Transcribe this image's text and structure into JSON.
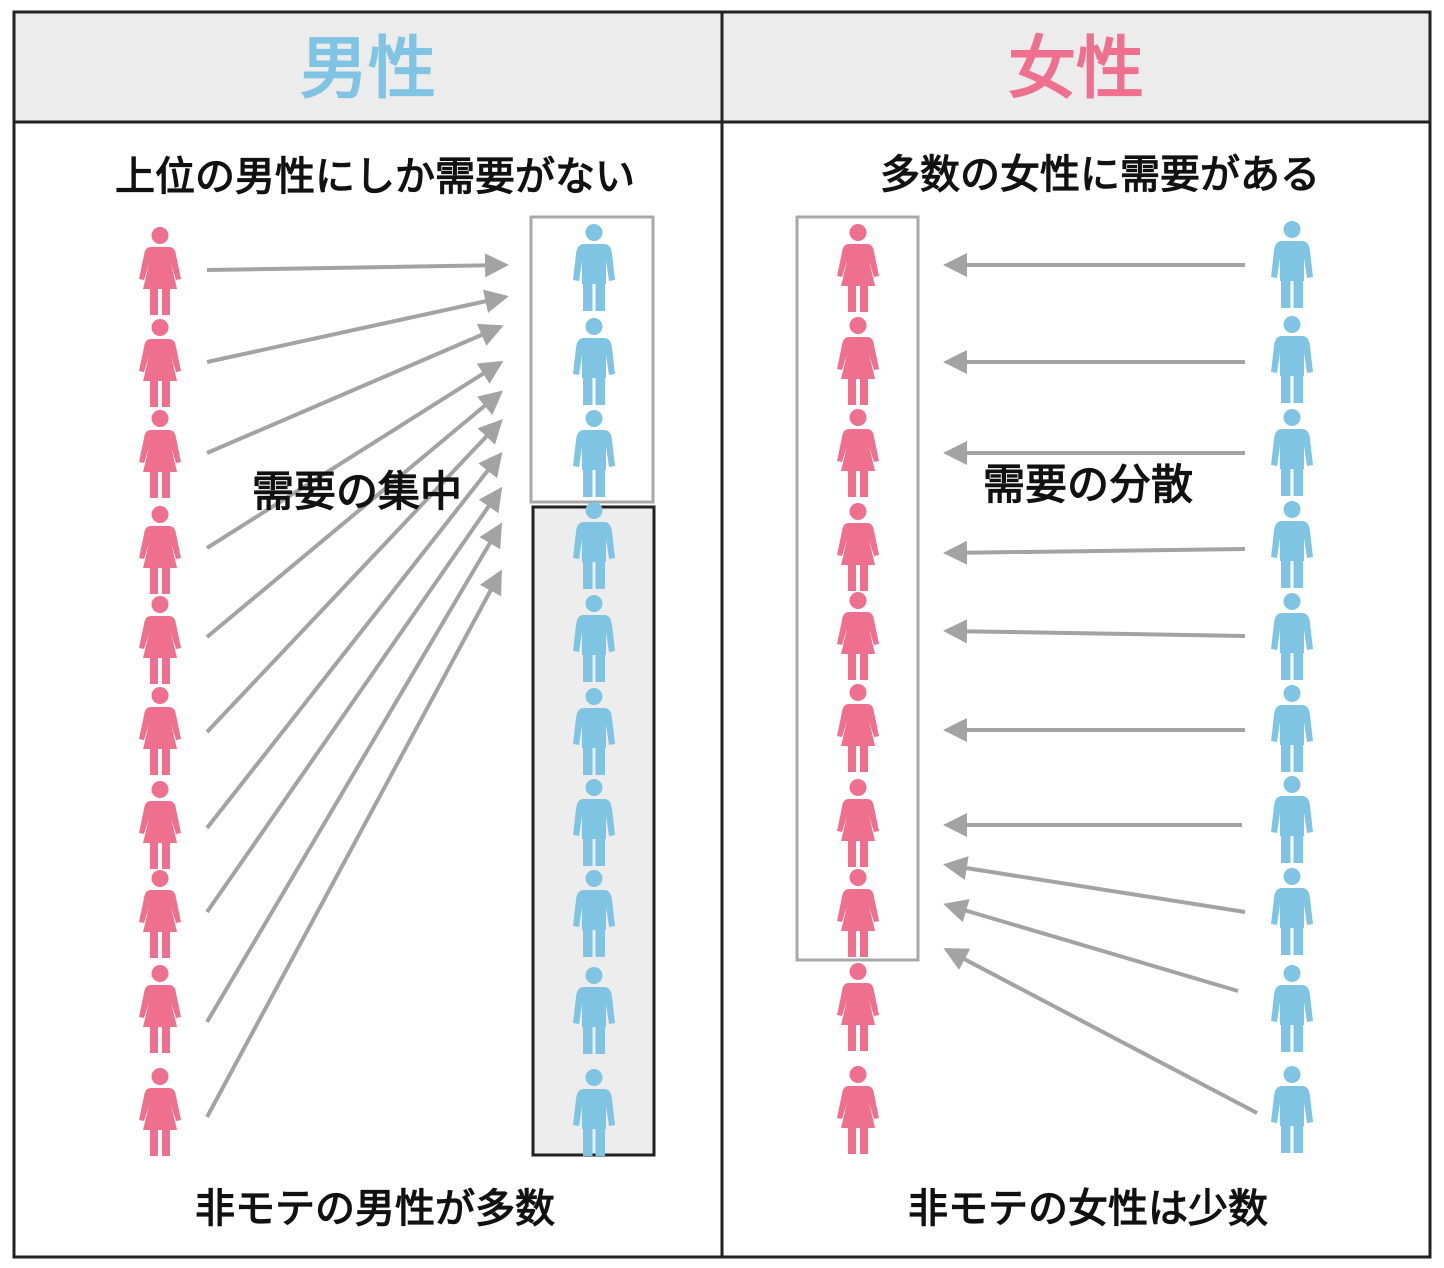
{
  "colors": {
    "male": "#7fc4e2",
    "female": "#ef6f8f",
    "arrow": "#a3a3a3",
    "header_bg": "#ececec",
    "border": "#222222",
    "box_light": "#a8a8a8",
    "box_shaded": "#ededed"
  },
  "icons": {
    "male": "male-figure-icon",
    "female": "female-figure-icon",
    "arrow": "arrow-right-icon"
  },
  "left_panel": {
    "header": "男性",
    "subtitle": "上位の男性にしか需要がない",
    "center_label": "需要の集中",
    "bottom_caption": "非モテの男性が多数",
    "female_count": 10,
    "male_count": 10,
    "top_group_size": 3,
    "arrows": 10
  },
  "right_panel": {
    "header": "女性",
    "subtitle": "多数の女性に需要がある",
    "center_label": "需要の分散",
    "bottom_caption": "非モテの女性は少数",
    "female_count": 10,
    "male_count": 10,
    "top_group_size": 8,
    "arrows": 10
  }
}
